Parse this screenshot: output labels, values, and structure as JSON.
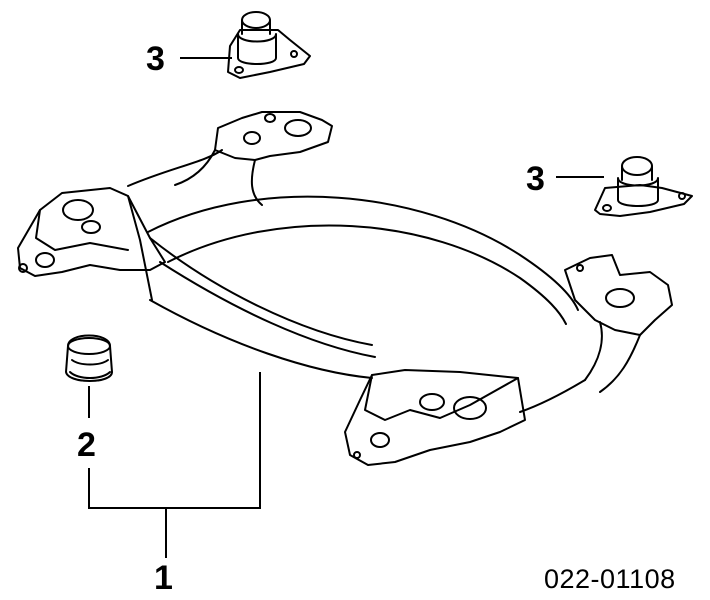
{
  "diagram": {
    "callouts": {
      "frame": "1",
      "lower_bushing": "2",
      "upper_mount_left": "3",
      "upper_mount_right": "3"
    },
    "part_number": "022-01108"
  }
}
